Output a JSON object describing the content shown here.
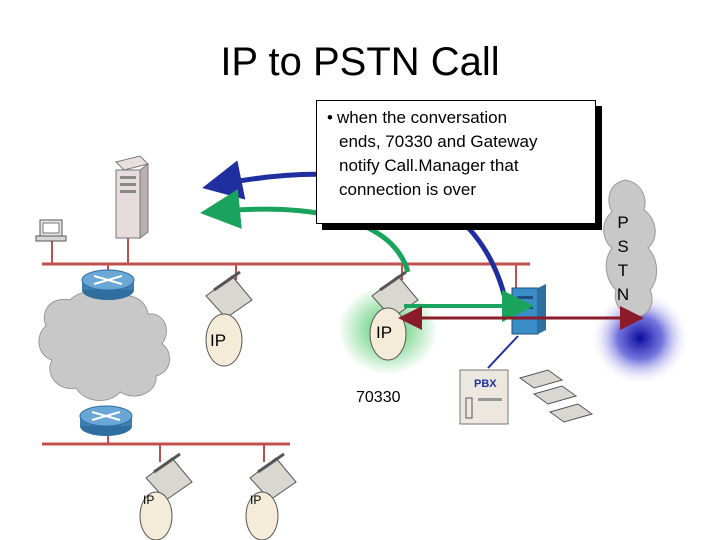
{
  "title": "IP to PSTN Call",
  "note": {
    "bullet": "•",
    "lines": [
      "when the conversation",
      "ends, 70330 and Gateway",
      "notify Call.Manager that",
      "connection is over"
    ]
  },
  "pstn_cloud": {
    "letters": [
      "P",
      "S",
      "T",
      "N"
    ]
  },
  "phones": {
    "phone_a_label": "IP",
    "phone_b_label": "IP",
    "phone_c_label": "IP",
    "phone_d_label": "IP",
    "phone_b_extension": "70330"
  },
  "pbx": {
    "label": "PBX"
  },
  "colors": {
    "network_line": "#c0504d",
    "callmanager_arrow": "#1f2f9f",
    "phone_arrow": "#1aa35c",
    "media_arrow": "#8b1a2a",
    "cloud": "#c8c8c8",
    "router": "#2f6f9f",
    "glow_green": "#2fbf4f",
    "glow_blue": "#1f1fbf"
  }
}
